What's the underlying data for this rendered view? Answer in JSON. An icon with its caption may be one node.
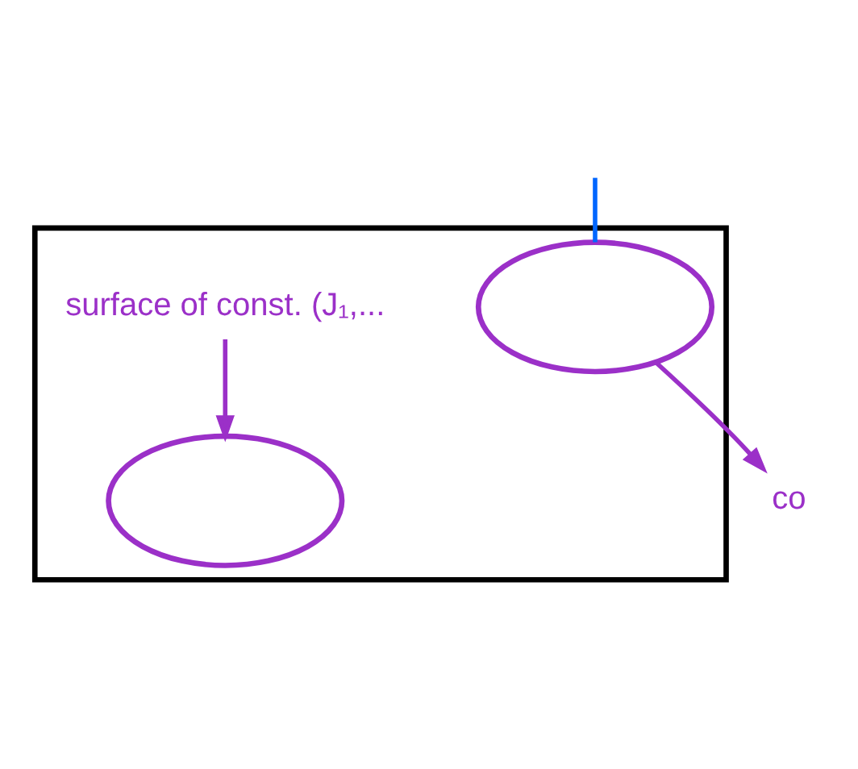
{
  "diagram": {
    "nodes": [
      {
        "text": [],
        "shape": "box"
      },
      {
        "text": [],
        "shape": "cloud",
        "in": 0
      },
      {
        "text": [],
        "shape": "cloud",
        "in": 0
      },
      {
        "text": [
          "surface of const. (J₁,..."
        ],
        "in": 0
      },
      {
        "text": [
          "co"
        ]
      }
    ],
    "edges": [
      {
        "from": 3,
        "to": 1,
        "arrow": "to"
      },
      {
        "from": 2,
        "to": 4,
        "arrow": "to"
      },
      {
        "from": null,
        "to": 2,
        "arrow": "none",
        "color": "#0066ff"
      }
    ]
  }
}
